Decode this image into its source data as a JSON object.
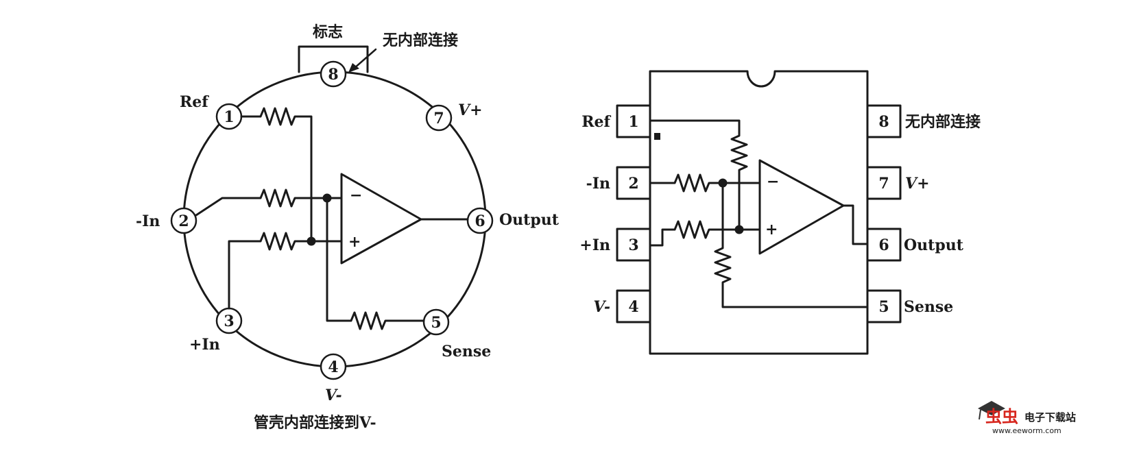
{
  "can_package": {
    "marker_label": "标志",
    "nc_label": "无内部连接",
    "pins": {
      "p1": "1",
      "p2": "2",
      "p3": "3",
      "p4": "4",
      "p5": "5",
      "p6": "6",
      "p7": "7",
      "p8": "8"
    },
    "labels": {
      "ref": "Ref",
      "in_minus": "-In",
      "in_plus": "+In",
      "v_minus": "V-",
      "sense": "Sense",
      "output": "Output",
      "v_plus": "V+"
    },
    "opamp_minus": "−",
    "opamp_plus": "+",
    "caption": "管壳内部连接到V-"
  },
  "dip_package": {
    "pins": {
      "p1": "1",
      "p2": "2",
      "p3": "3",
      "p4": "4",
      "p5": "5",
      "p6": "6",
      "p7": "7",
      "p8": "8"
    },
    "labels": {
      "ref": "Ref",
      "in_minus": "-In",
      "in_plus": "+In",
      "v_minus": "V-",
      "nc": "无内部连接",
      "v_plus": "V+",
      "output": "Output",
      "sense": "Sense"
    },
    "opamp_minus": "−",
    "opamp_plus": "+"
  },
  "watermark": {
    "brand": "电子下载站",
    "url": "www.eeworm.com"
  },
  "colors": {
    "ink": "#1a1a1a",
    "watermark_red": "#d7261e"
  }
}
